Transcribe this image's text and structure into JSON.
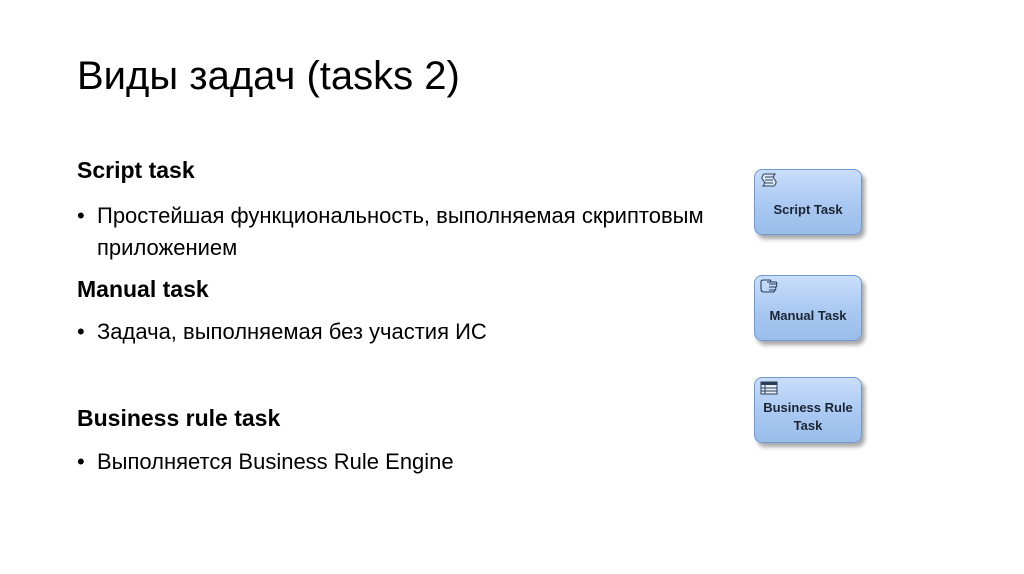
{
  "slide": {
    "title": "Виды задач (tasks 2)",
    "sections": [
      {
        "heading": "Script task",
        "bullet": "Простейшая функциональность, выполняемая скриптовым приложением"
      },
      {
        "heading": "Manual task",
        "bullet": "Задача, выполняемая без участия ИС"
      },
      {
        "heading": "Business rule task",
        "bullet": "Выполняется Business Rule Engine"
      }
    ],
    "bullet_char": "•"
  },
  "diagram": {
    "tasks": [
      {
        "label": "Script Task",
        "icon": "script-icon"
      },
      {
        "label": "Manual Task",
        "icon": "hand-icon"
      },
      {
        "label_line1": "Business Rule",
        "label_line2": "Task",
        "icon": "table-icon"
      }
    ],
    "colors": {
      "box_fill_top": "#c9defa",
      "box_fill_bottom": "#9abde9",
      "box_border": "#6f9bd1",
      "icon_stroke": "#2c3e57"
    }
  }
}
